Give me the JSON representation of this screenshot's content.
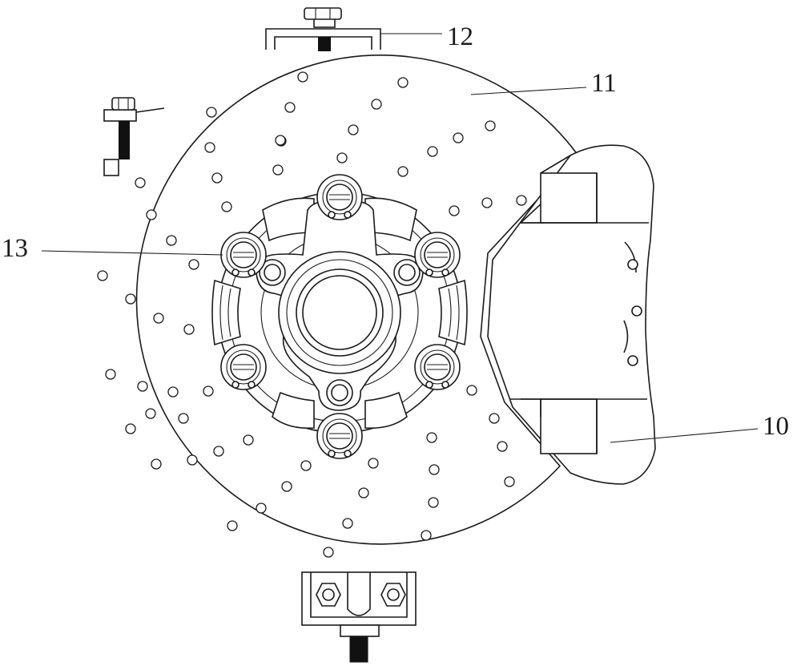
{
  "figure": {
    "labels": [
      "10",
      "11",
      "12",
      "13"
    ]
  },
  "colors": {
    "ink": "#1a1a1a",
    "paper": "#ffffff",
    "bolt_shaft": "#111111"
  }
}
